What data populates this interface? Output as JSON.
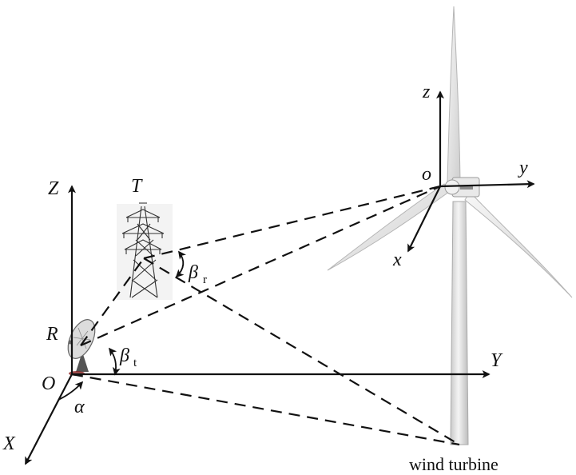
{
  "labels": {
    "ground_Z": "Z",
    "ground_Y": "Y",
    "ground_X": "X",
    "ground_origin": "O",
    "turbine_z": "z",
    "turbine_y": "y",
    "turbine_x": "x",
    "turbine_origin": "o",
    "transmitter": "T",
    "receiver": "R",
    "beta": "β",
    "beta_r_sub": "r",
    "beta_t_sub": "t",
    "alpha": "α",
    "wind_turbine_caption": "wind turbine"
  }
}
